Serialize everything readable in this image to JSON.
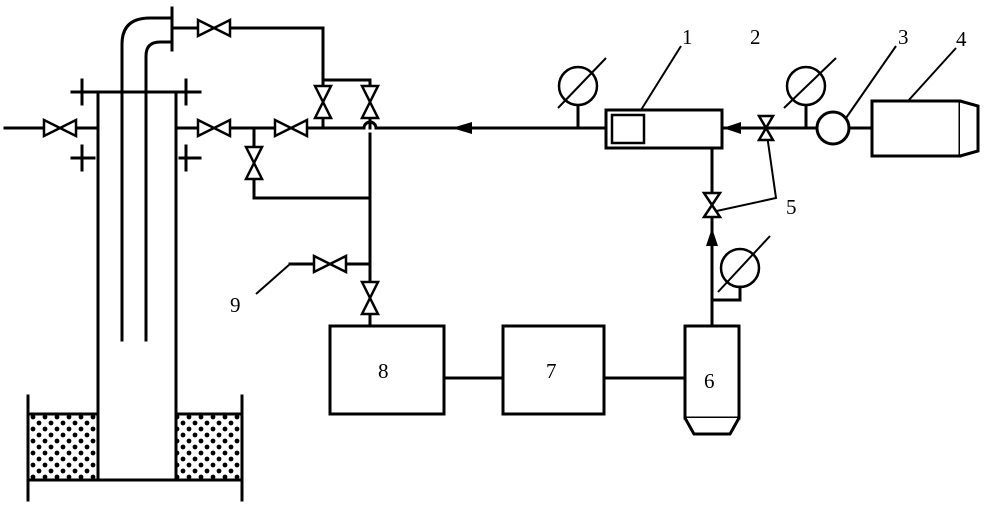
{
  "labels": {
    "c1": "1",
    "c2": "2",
    "c3": "3",
    "c4": "4",
    "c5": "5",
    "c6": "6",
    "c7": "7",
    "c8": "8",
    "c9": "9"
  }
}
